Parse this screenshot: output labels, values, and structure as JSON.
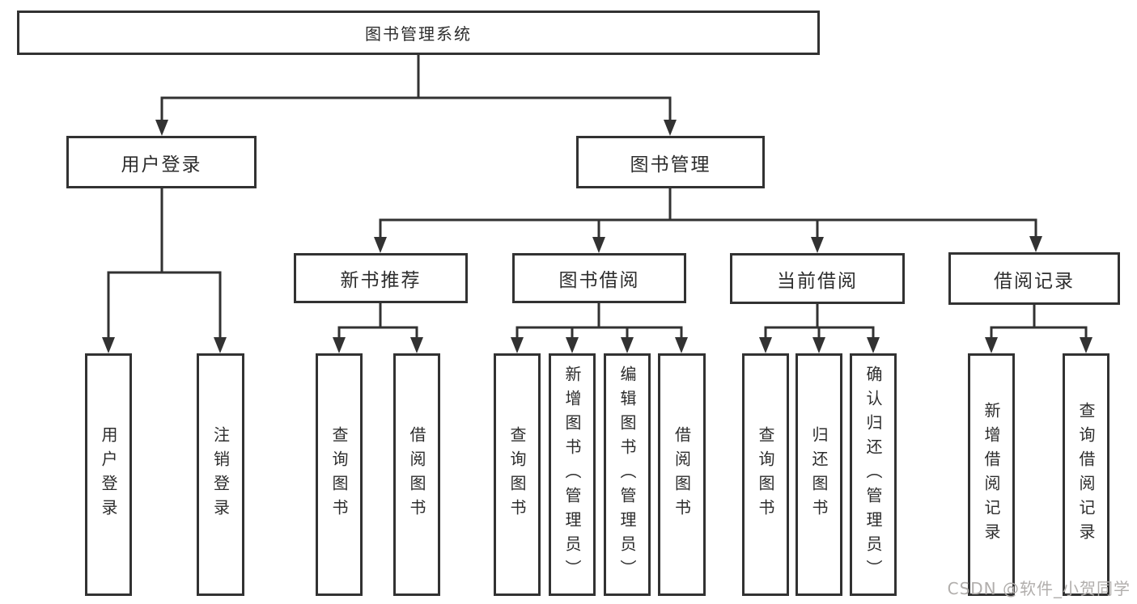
{
  "tree": {
    "root": "图书管理系统",
    "branches": [
      {
        "label": "用户登录",
        "children": [
          "用户登录",
          "注销登录"
        ]
      },
      {
        "label": "图书管理",
        "groups": [
          {
            "label": "新书推荐",
            "children": [
              "查询图书",
              "借阅图书"
            ]
          },
          {
            "label": "图书借阅",
            "children": [
              "查询图书",
              "新增图书（管理员）",
              "编辑图书（管理员）",
              "借阅图书"
            ]
          },
          {
            "label": "当前借阅",
            "children": [
              "查询图书",
              "归还图书",
              "确认归还（管理员）"
            ]
          },
          {
            "label": "借阅记录",
            "children": [
              "新增借阅记录",
              "查询借阅记录"
            ]
          }
        ]
      }
    ]
  },
  "colors": {
    "line": "#323232",
    "text": "#2d2d2d",
    "watermark": "#b1aeac",
    "background": "#ffffff"
  },
  "watermark": "CSDN @软件_小贺同学"
}
